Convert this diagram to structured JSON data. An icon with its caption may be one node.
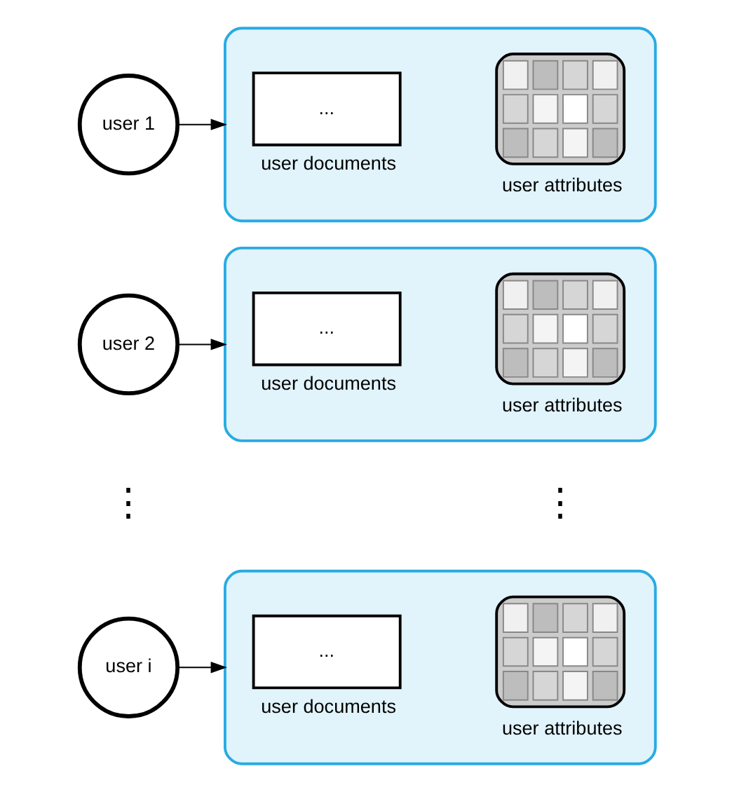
{
  "diagram": {
    "nodes": [
      {
        "text": [
          "user 1"
        ]
      },
      {
        "text": [],
        "shape": "box"
      },
      {
        "text": [
          "...",
          "user documents"
        ],
        "in": 1
      },
      {
        "text": [
          "user attributes"
        ],
        "in": 1
      },
      {
        "text": [
          "user 2"
        ]
      },
      {
        "text": [],
        "shape": "box"
      },
      {
        "text": [
          "...",
          "user documents"
        ],
        "in": 5
      },
      {
        "text": [
          "user attributes"
        ],
        "in": 5
      },
      {
        "text": [
          "user i"
        ]
      },
      {
        "text": [],
        "shape": "box"
      },
      {
        "text": [
          "...",
          "user documents"
        ],
        "in": 9
      },
      {
        "text": [
          "user attributes"
        ],
        "in": 9
      }
    ],
    "edges": [
      {
        "from": 0,
        "to": 1,
        "arrow": "to"
      },
      {
        "from": 4,
        "to": 5,
        "arrow": "to"
      },
      {
        "from": 8,
        "to": 9,
        "arrow": "to"
      }
    ],
    "labels": [
      "⋮",
      "⋮"
    ]
  }
}
